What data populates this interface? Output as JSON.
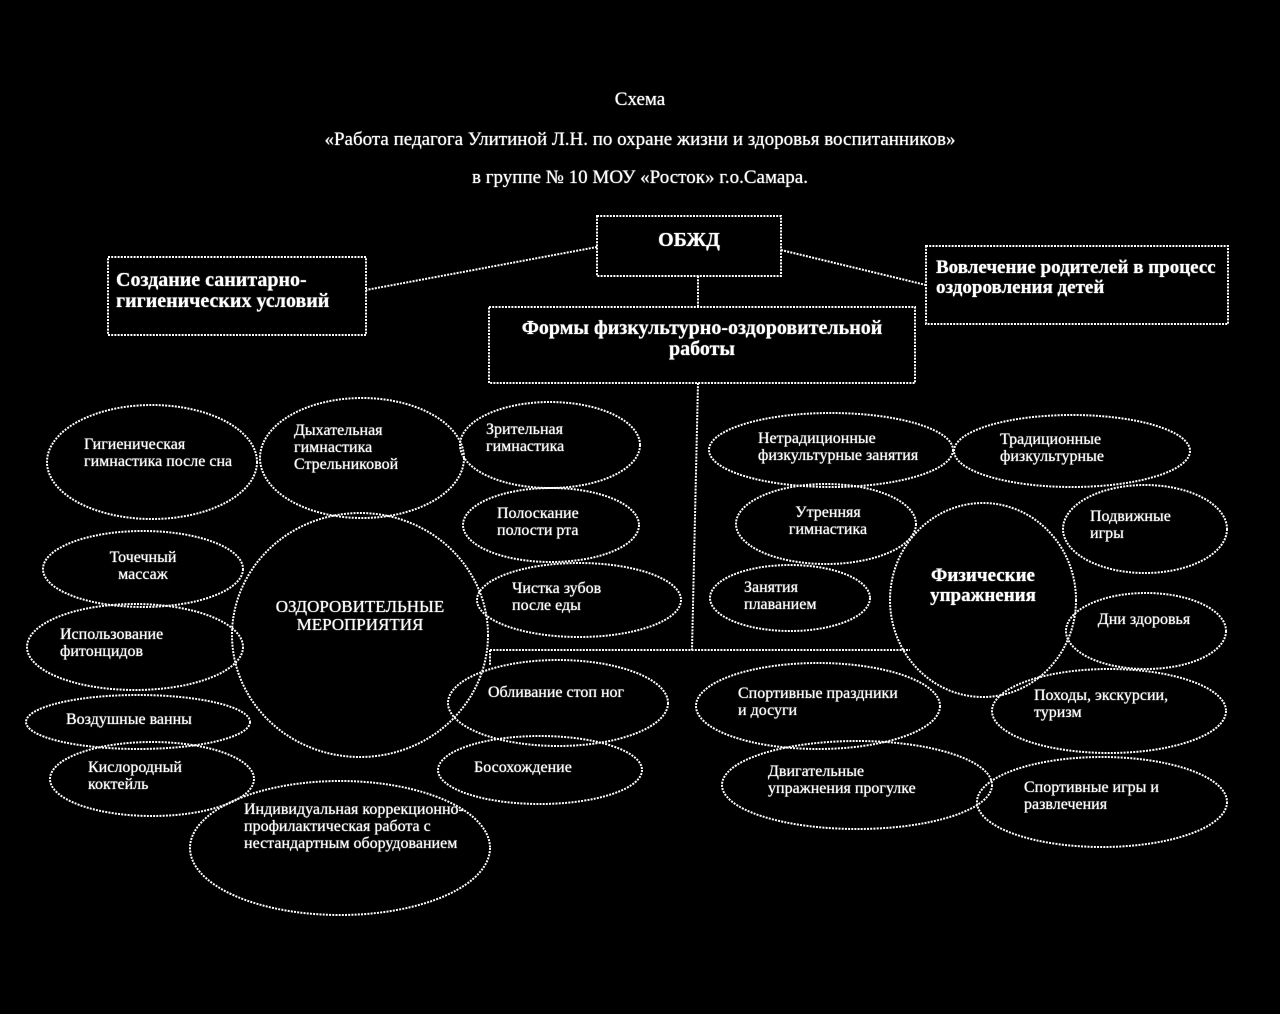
{
  "header": {
    "line1": "Схема",
    "line2": "«Работа педагога Улитиной Л.Н. по охране жизни и здоровья воспитанников»",
    "line3": "в группе № 10 МОУ «Росток» г.о.Самара."
  },
  "boxes": {
    "root": "ОБЖД",
    "left": "Создание санитарно-гигиенических условий",
    "right": "Вовлечение родителей в процесс оздоровления детей",
    "center": "Формы физкультурно-оздоровительной работы"
  },
  "hubs": {
    "left": "ОЗДОРОВИТЕЛЬНЫЕ МЕРОПРИЯТИЯ",
    "right": "Физические упражнения"
  },
  "left_items": [
    "Гигиеническая гимнастика после сна",
    "Дыхательная гимнастика Стрельниковой",
    "Зрительная гимнастика",
    "Полоскание полости рта",
    "Чистка зубов после еды",
    "Точечный массаж",
    "Использование фитонцидов",
    "Воздушные ванны",
    "Кислородный коктейль",
    "Обливание стоп ног",
    "Босохождение",
    "Индивидуальная коррекционно-профилактическая работа с нестандартным оборудованием"
  ],
  "right_items": [
    "Нетрадиционные физкультурные занятия",
    "Традиционные физкультурные",
    "Утренняя гимнастика",
    "Подвижные игры",
    "Занятия плаванием",
    "Дни здоровья",
    "Спортивные праздники и досуги",
    "Походы, экскурсии, туризм",
    "Двигательные упражнения прогулке",
    "Спортивные игры и развлечения"
  ],
  "colors": {
    "background": "#000000",
    "ink": "#ffffff"
  }
}
